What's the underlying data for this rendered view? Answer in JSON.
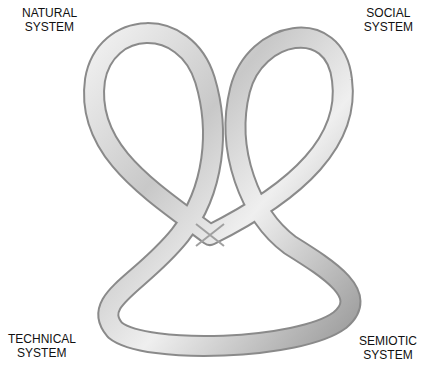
{
  "diagram": {
    "labels": [
      "NATURAL SYSTEM",
      "SOCIAL SYSTEM",
      "TECHNICAL SYSTEM",
      "SEMIOTIC SYSTEM"
    ]
  }
}
